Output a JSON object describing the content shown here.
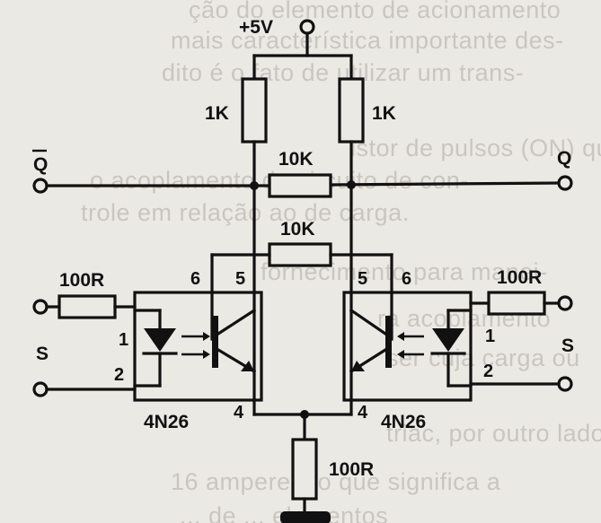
{
  "labels": {
    "vcc": "+5V",
    "q_bar": "Q",
    "q": "Q",
    "r_left_pullup": "1K",
    "r_right_pullup": "1K",
    "r_top_cross": "10K",
    "r_mid_cross": "10K",
    "r_left_input": "100R",
    "r_right_input": "100R",
    "r_emitter": "100R",
    "s_left": "S",
    "s_right": "S",
    "left_pin6": "6",
    "left_pin5": "5",
    "left_pin4": "4",
    "left_pin1": "1",
    "left_pin2": "2",
    "right_pin5": "5",
    "right_pin6": "6",
    "right_pin4": "4",
    "right_pin1": "1",
    "right_pin2": "2",
    "left_opto": "4N26",
    "right_opto": "4N26"
  },
  "background_text": [
    "ção do elemento de acionamento",
    "mais característica importante des-",
    "dito é o fato de utilizar um trans-",
    "istor de pulsos (ON) que",
    "o acoplamento do circuito de con-",
    "trole em relação ao de carga.",
    "fornecimento para manei-",
    "ra acoplamento",
    "ser cuja carga ou",
    "triac, por outro lado, pode ser",
    "16 amperes, o que significa a",
    "... de ... elementos"
  ]
}
